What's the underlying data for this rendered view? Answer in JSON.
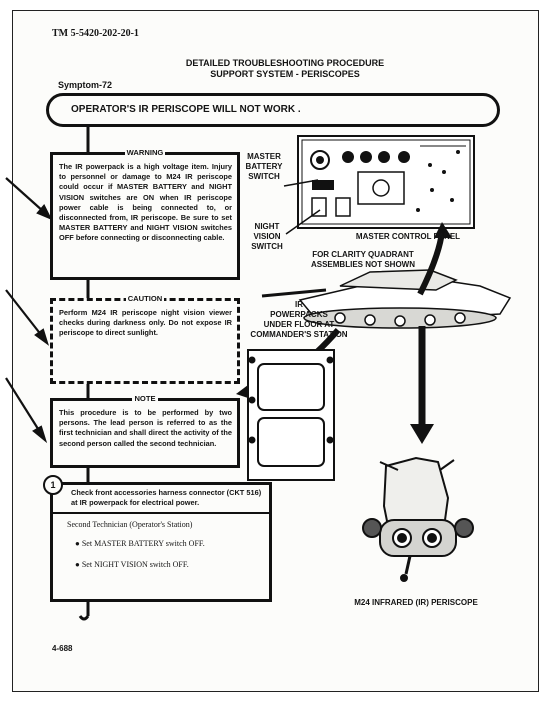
{
  "header": {
    "tm_number": "TM 5-5420-202-20-1"
  },
  "title": {
    "line1": "DETAILED TROUBLESHOOTING PROCEDURE",
    "line2": "SUPPORT SYSTEM - PERISCOPES"
  },
  "symptom": {
    "label": "Symptom-72",
    "text": "OPERATOR'S IR PERISCOPE WILL NOT WORK ."
  },
  "warning": {
    "heading": "WARNING",
    "text": "The IR powerpack is a high voltage item. Injury to personnel or damage to M24 IR periscope could occur if MASTER BATTERY and NIGHT VISION switches are ON when IR periscope power cable is being connected to, or disconnected from, IR periscope. Be sure to set MASTER BATTERY and NIGHT VISION switches OFF before connecting or disconnecting cable."
  },
  "caution": {
    "heading": "CAUTION",
    "text": "Perform M24 IR periscope night vision viewer checks during darkness only. Do not expose IR periscope to direct sunlight."
  },
  "note": {
    "heading": "NOTE",
    "text": "This procedure is to be performed by two persons. The lead person is referred to as the first technician and shall direct the activity of the second person called the second technician."
  },
  "step1": {
    "number": "1",
    "text": "Check front accessories harness connector (CKT 516) at IR powerpack for electrical power.",
    "technician": "Second Technician (Operator's Station)",
    "bullets": [
      "Set MASTER BATTERY switch OFF.",
      "Set NIGHT VISION switch OFF."
    ]
  },
  "illustration": {
    "master_battery": [
      "MASTER",
      "BATTERY",
      "SWITCH"
    ],
    "night_vision": [
      "NIGHT",
      "VISION",
      "SWITCH"
    ],
    "panel": "MASTER CONTROL PANEL",
    "clarity": [
      "FOR CLARITY QUADRANT",
      "ASSEMBLIES NOT SHOWN"
    ],
    "powerpacks": [
      "IR",
      "POWERPACKS",
      "UNDER FLOOR AT",
      "COMMANDER'S STATION"
    ],
    "periscope": "M24 INFRARED (IR) PERISCOPE"
  },
  "footer": {
    "page_number": "4-688"
  }
}
